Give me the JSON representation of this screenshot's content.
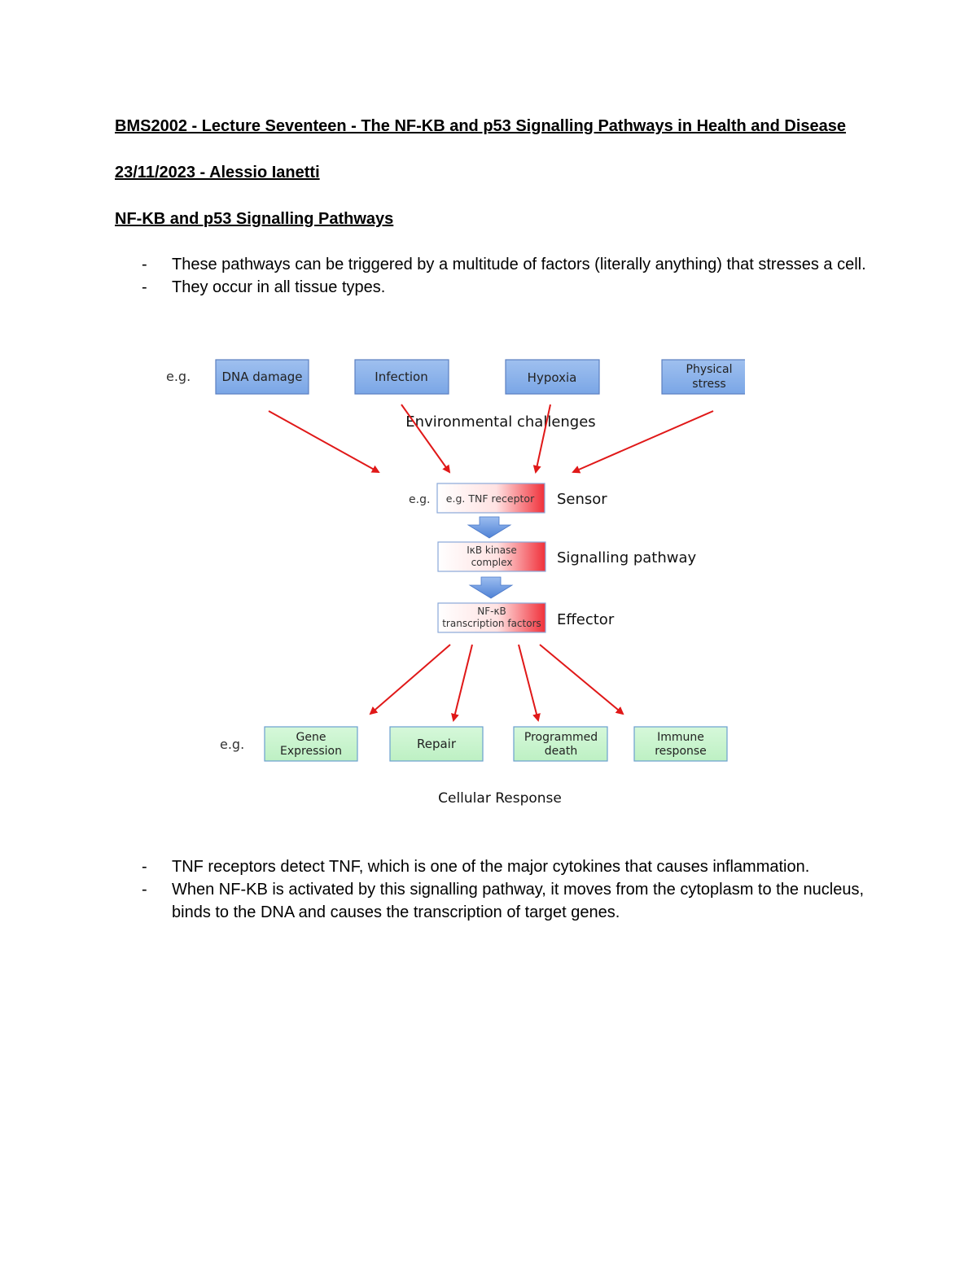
{
  "document": {
    "title": "BMS2002 - Lecture Seventeen - The NF-KB and p53 Signalling Pathways in Health and Disease",
    "subtitle": "23/11/2023 - Alessio Ianetti",
    "heading": "NF-KB and p53 Signalling Pathways",
    "bullets_top": [
      "These pathways can be triggered by a multitude of factors (literally anything) that stresses a cell.",
      "They occur in all tissue types."
    ],
    "bullets_bottom": [
      "TNF receptors detect TNF, which is one of the major cytokines that causes inflammation.",
      "When NF-KB is activated by this signalling pathway, it moves from the cytoplasm to the nucleus, binds to the DNA and causes the transcription of target genes."
    ],
    "bullet_marker": "-"
  },
  "diagram": {
    "eg_label": "e.g.",
    "challenges": [
      "DNA damage",
      "Infection",
      "Hypoxia",
      "Physical stress"
    ],
    "challenges_caption": "Environmental challenges",
    "sensor_box": "e.g. TNF receptor",
    "sensor_label": "Sensor",
    "pathway_box_line1": "IκB kinase",
    "pathway_box_line2": "complex",
    "pathway_label": "Signalling pathway",
    "effector_box_line1": "NF-κB",
    "effector_box_line2": "transcription factors",
    "effector_label": "Effector",
    "responses": [
      "Gene Expression",
      "Repair",
      "Programmed death",
      "Immune response"
    ],
    "responses_caption": "Cellular Response",
    "colors": {
      "challenge_fill": "#8fb4ea",
      "response_fill": "#c9f5cf",
      "arrow_red": "#e01818",
      "block_arrow": "#6f9be0"
    }
  }
}
